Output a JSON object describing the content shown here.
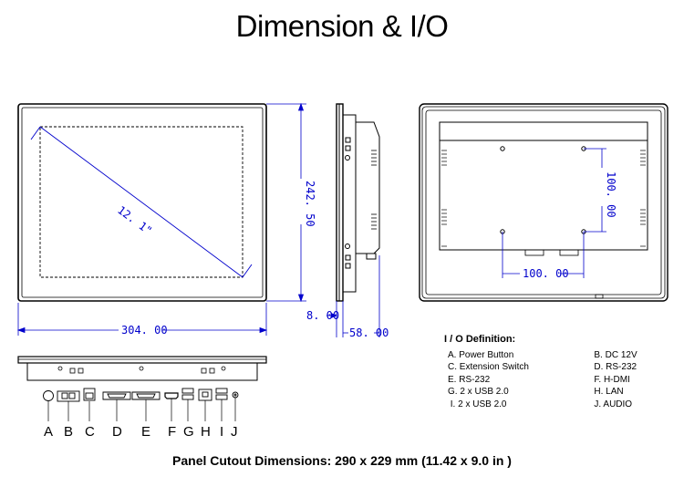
{
  "title": "Dimension & I/O",
  "dimensions": {
    "width": "304. 00",
    "height": "242. 50",
    "diagonal": "12. 1\"",
    "bezel_depth": "8. 00",
    "total_depth": "58. 00",
    "vesa_h": "100. 00",
    "vesa_v": "100. 00"
  },
  "io_definition": {
    "title": "I / O Definition:",
    "rows": [
      {
        "left": "A. Power Button",
        "right": "B. DC 12V"
      },
      {
        "left": "C. Extension Switch",
        "right": "D. RS-232"
      },
      {
        "left": "E. RS-232",
        "right": "F. H-DMI"
      },
      {
        "left": "G. 2 x USB 2.0",
        "right": "H. LAN"
      },
      {
        "left": " I. 2 x USB 2.0",
        "right": "J. AUDIO"
      }
    ]
  },
  "port_labels": [
    "A",
    "B",
    "C",
    "D",
    "E",
    "F",
    "G",
    "H",
    "I",
    "J"
  ],
  "cutout": "Panel Cutout Dimensions: 290 x 229 mm (11.42 x 9.0 in )",
  "colors": {
    "dimension": "#0000cc",
    "outline": "#000000"
  }
}
